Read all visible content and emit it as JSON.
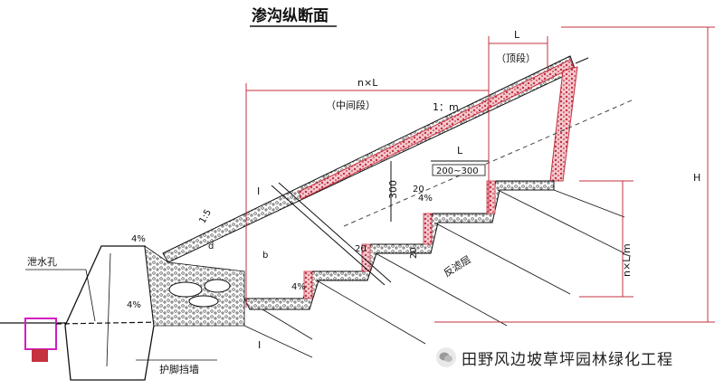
{
  "diagram": {
    "title": "渗沟纵断面",
    "labels": {
      "nL": "n×L",
      "middle_section": "（中间段）",
      "slope": "1：m",
      "L_top": "L",
      "top_section": "（顶段）",
      "L_step": "L",
      "step_width": "200~300",
      "depth_300": "300",
      "pct_4_a": "4%",
      "pct_4_b": "4%",
      "pct_4_c": "4%",
      "pct_4_d": "4%",
      "width_a": "20",
      "width_b": "20",
      "width_c": "20",
      "H": "H",
      "height_m": "n×L/m",
      "drain_hole": "泄水孔",
      "section_I_top": "I",
      "section_I_bottom": "I",
      "b_mark": "b",
      "d_mark": "d",
      "retaining_wall": "护脚挡墙",
      "foundation": "反滤层",
      "slope_mark": "1:5"
    }
  },
  "watermark": {
    "text": "田野风边坡草坪园林绿化工程",
    "icon": "wechat-icon"
  }
}
